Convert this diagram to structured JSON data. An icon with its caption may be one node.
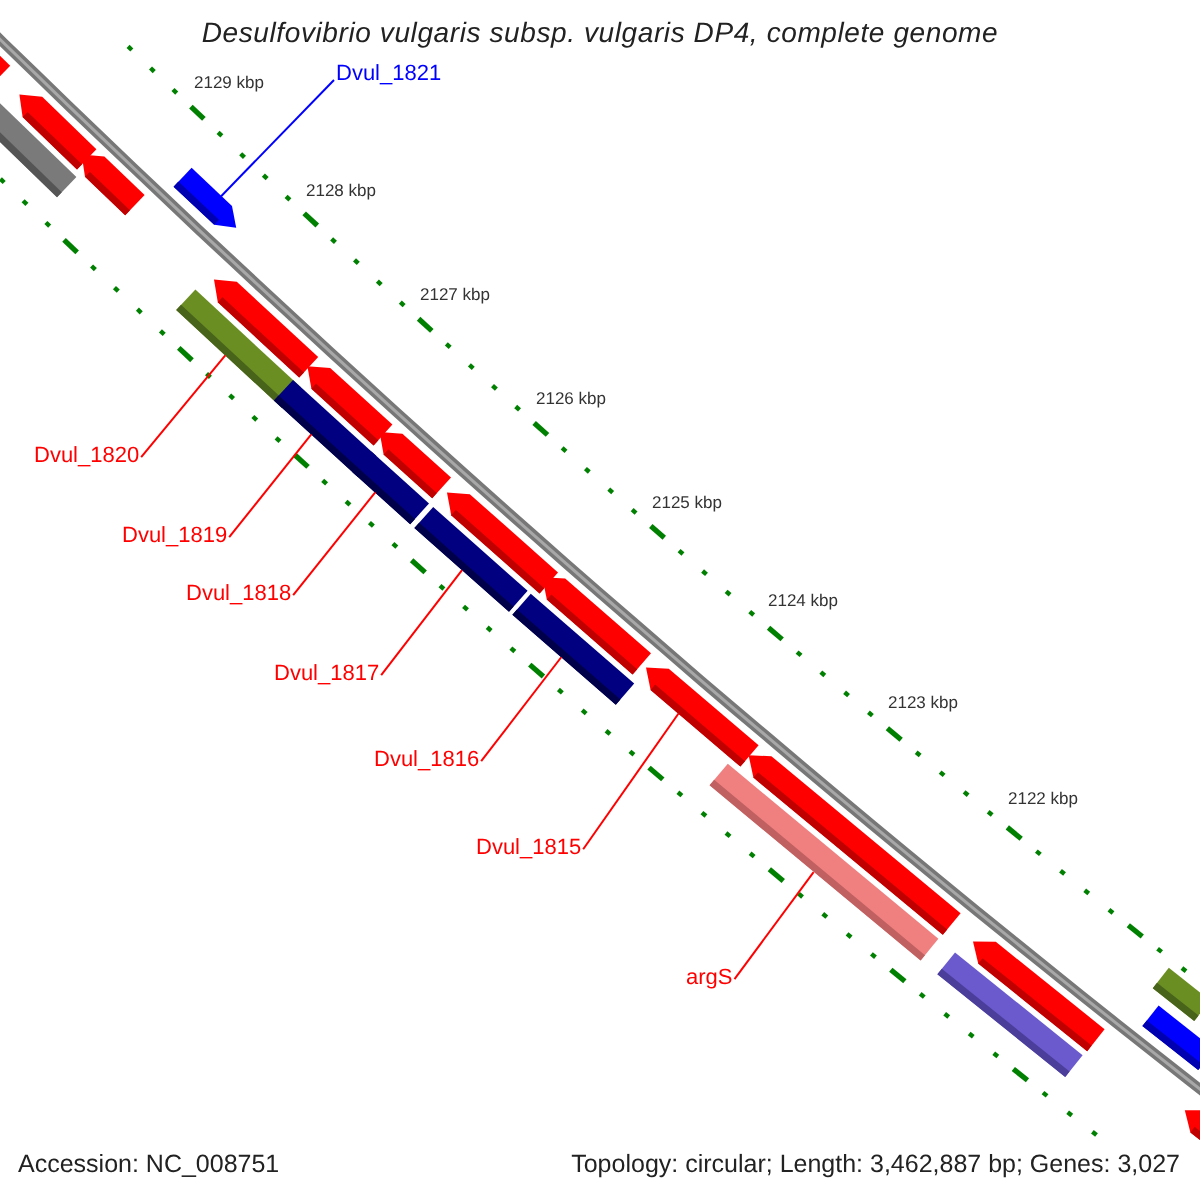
{
  "diagram": {
    "title": "Desulfovibrio vulgaris subsp. vulgaris DP4, complete genome",
    "nodes": [
      {
        "text": [
          "Dvul_1821"
        ]
      },
      {
        "text": [
          "Dvul_1820"
        ]
      },
      {
        "text": [
          "Dvul_1819"
        ]
      },
      {
        "text": [
          "Dvul_1818"
        ]
      },
      {
        "text": [
          "Dvul_1817"
        ]
      },
      {
        "text": [
          "Dvul_1816"
        ]
      },
      {
        "text": [
          "Dvul_1815"
        ]
      },
      {
        "text": [
          "argS"
        ]
      },
      {
        "text": [],
        "shape": "pentagon"
      },
      {
        "text": [],
        "shape": "pentagon"
      },
      {
        "text": [],
        "shape": "pentagon"
      },
      {
        "text": [],
        "shape": "bar"
      },
      {
        "text": [],
        "shape": "pentagon"
      },
      {
        "text": [],
        "shape": "pentagon"
      },
      {
        "text": [],
        "shape": "bar"
      },
      {
        "text": [],
        "shape": "pentagon"
      },
      {
        "text": [],
        "shape": "bar"
      },
      {
        "text": [],
        "shape": "pentagon"
      },
      {
        "text": [],
        "shape": "bar"
      },
      {
        "text": [],
        "shape": "pentagon"
      },
      {
        "text": [],
        "shape": "bar"
      },
      {
        "text": [],
        "shape": "pentagon"
      },
      {
        "text": [],
        "shape": "bar"
      },
      {
        "text": [],
        "shape": "pentagon"
      },
      {
        "text": [],
        "shape": "pentagon"
      },
      {
        "text": [],
        "shape": "bar"
      },
      {
        "text": [],
        "shape": "pentagon"
      },
      {
        "text": [],
        "shape": "bar"
      },
      {
        "text": [],
        "shape": "bar"
      },
      {
        "text": [],
        "shape": "bar"
      },
      {
        "text": [],
        "shape": "pentagon"
      }
    ],
    "edges": [
      {
        "from": 0,
        "to": 12,
        "arrow": "none",
        "color": "#0000ff"
      },
      {
        "from": 1,
        "to": 14,
        "arrow": "none"
      },
      {
        "from": 2,
        "to": 16,
        "arrow": "none"
      },
      {
        "from": 3,
        "to": 18,
        "arrow": "none"
      },
      {
        "from": 4,
        "to": 20,
        "arrow": "none"
      },
      {
        "from": 5,
        "to": 22,
        "arrow": "none"
      },
      {
        "from": 6,
        "to": 23,
        "arrow": "none"
      },
      {
        "from": 7,
        "to": 25,
        "arrow": "none"
      }
    ],
    "labels": [
      "2129 kbp",
      "2128 kbp",
      "2127 kbp",
      "2126 kbp",
      "2125 kbp",
      "2124 kbp",
      "2123 kbp",
      "2122 kbp",
      "Accession: NC_008751",
      "Topology: circular; Length: 3,462,887 bp; Genes: 3,027"
    ]
  }
}
